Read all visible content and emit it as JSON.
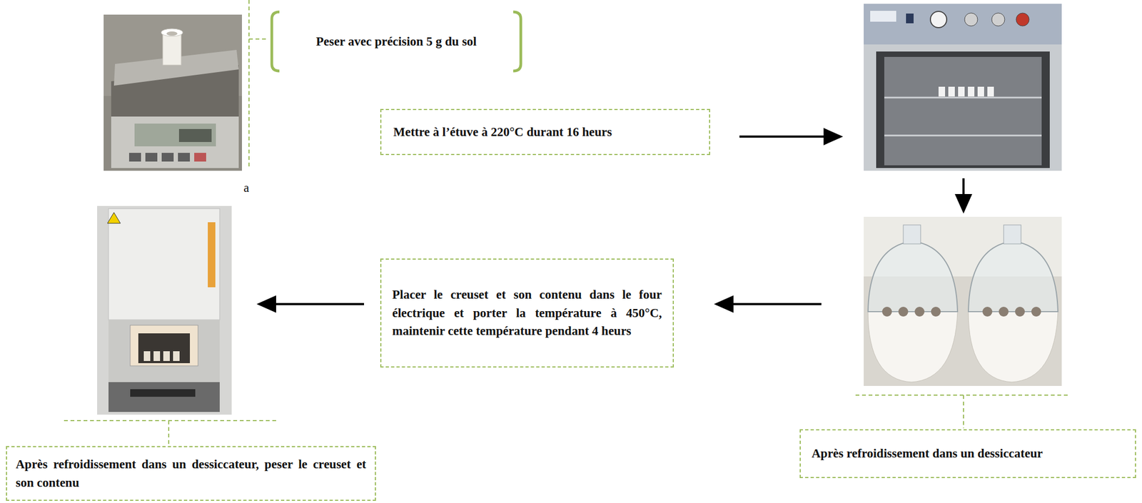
{
  "diagram": {
    "nodes": [
      {
        "text": [
          "Peser avec précision 5 g du sol"
        ]
      },
      {
        "text": [
          "Mettre à l’étuve à 220°C durant 16 heurs"
        ]
      },
      {
        "text": [
          "Placer le creuset et son contenu dans le four électrique et porter la température à 450°C, maintenir cette température pendant 4 heurs"
        ]
      },
      {
        "text": [
          "Après refroidissement dans un dessiccateur"
        ]
      },
      {
        "text": [
          "Après refroidissement dans un dessiccateur, peser le creuset et son contenu"
        ]
      }
    ],
    "labels": [
      "a"
    ]
  }
}
